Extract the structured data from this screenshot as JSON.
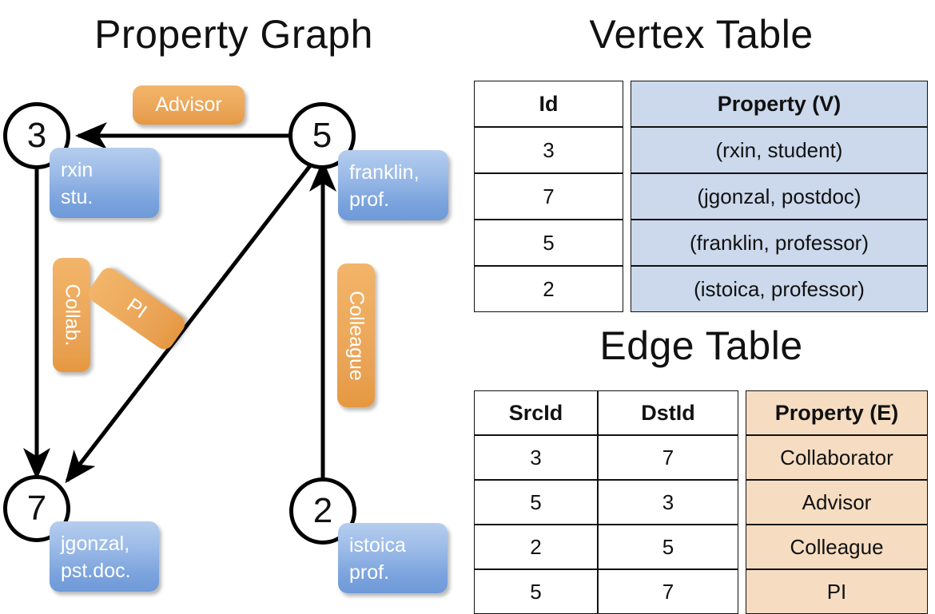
{
  "titles": {
    "property_graph": "Property Graph",
    "vertex_table": "Vertex Table",
    "edge_table": "Edge Table"
  },
  "graph": {
    "vertices": [
      {
        "id": "3",
        "property": "rxin\nstu."
      },
      {
        "id": "5",
        "property": "franklin,\nprof."
      },
      {
        "id": "7",
        "property": "jgonzal,\npst.doc."
      },
      {
        "id": "2",
        "property": "istoica\nprof."
      }
    ],
    "vertex_labels": {
      "v3": "3",
      "v5": "5",
      "v7": "7",
      "v2": "2"
    },
    "property_boxes": {
      "rxin_line1": "rxin",
      "rxin_line2": "stu.",
      "franklin_line1": "franklin,",
      "franklin_line2": "prof.",
      "jgonzal_line1": "jgonzal,",
      "jgonzal_line2": "pst.doc.",
      "istoica_line1": "istoica",
      "istoica_line2": "prof."
    },
    "edge_labels": {
      "advisor": "Advisor",
      "collab": "Collab.",
      "pi": "PI",
      "colleague": "Colleague"
    },
    "edges": [
      {
        "src": "5",
        "dst": "3",
        "label": "Advisor"
      },
      {
        "src": "3",
        "dst": "7",
        "label": "Collab."
      },
      {
        "src": "5",
        "dst": "7",
        "label": "PI"
      },
      {
        "src": "2",
        "dst": "5",
        "label": "Colleague"
      }
    ]
  },
  "vertex_table": {
    "headers": [
      "Id",
      "Property (V)"
    ],
    "rows": [
      {
        "id": "3",
        "property": "(rxin, student)"
      },
      {
        "id": "7",
        "property": "(jgonzal, postdoc)"
      },
      {
        "id": "5",
        "property": "(franklin, professor)"
      },
      {
        "id": "2",
        "property": "(istoica, professor)"
      }
    ]
  },
  "edge_table": {
    "headers": [
      "SrcId",
      "DstId",
      "Property (E)"
    ],
    "rows": [
      {
        "src": "3",
        "dst": "7",
        "property": "Collaborator"
      },
      {
        "src": "5",
        "dst": "3",
        "property": "Advisor"
      },
      {
        "src": "2",
        "dst": "5",
        "property": "Colleague"
      },
      {
        "src": "5",
        "dst": "7",
        "property": "PI"
      }
    ]
  },
  "colors": {
    "vertex_property_blue": "#8fb3e3",
    "edge_label_orange": "#eeab5e",
    "vertex_table_property_bg": "#ccd9ec",
    "edge_table_property_bg": "#f6ddc2",
    "stroke": "#000000"
  }
}
